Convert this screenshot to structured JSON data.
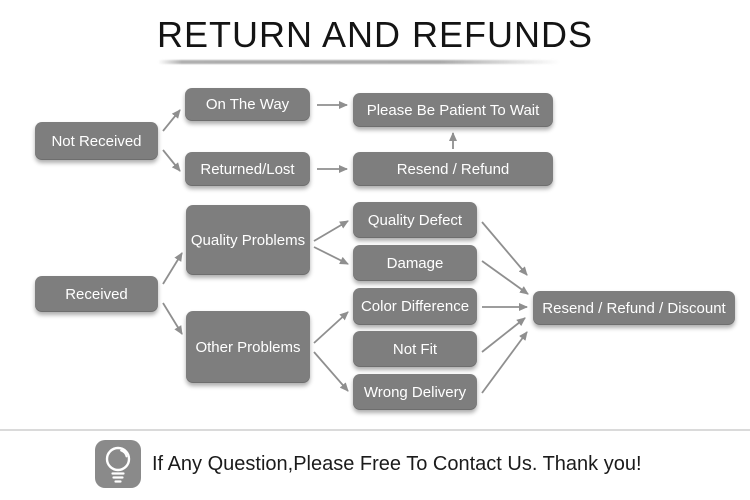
{
  "title": "RETURN AND REFUNDS",
  "nodes": {
    "not_received": {
      "label": "Not Received"
    },
    "on_the_way": {
      "label": "On The Way"
    },
    "returned_lost": {
      "label": "Returned/Lost"
    },
    "please_wait": {
      "label": "Please Be Patient To Wait"
    },
    "resend_refund": {
      "label": "Resend / Refund"
    },
    "received": {
      "label": "Received"
    },
    "quality_problems": {
      "label": "Quality Problems"
    },
    "other_problems": {
      "label": "Other Problems"
    },
    "quality_defect": {
      "label": "Quality Defect"
    },
    "damage": {
      "label": "Damage"
    },
    "color_difference": {
      "label": "Color Difference"
    },
    "not_fit": {
      "label": "Not Fit"
    },
    "wrong_delivery": {
      "label": "Wrong Delivery"
    },
    "resend_refund_discount": {
      "label": "Resend / Refund / Discount"
    }
  },
  "connections": [
    {
      "from": "not_received",
      "to": "on_the_way"
    },
    {
      "from": "not_received",
      "to": "returned_lost"
    },
    {
      "from": "on_the_way",
      "to": "please_wait"
    },
    {
      "from": "returned_lost",
      "to": "resend_refund"
    },
    {
      "from": "resend_refund",
      "to": "please_wait"
    },
    {
      "from": "received",
      "to": "quality_problems"
    },
    {
      "from": "received",
      "to": "other_problems"
    },
    {
      "from": "quality_problems",
      "to": "quality_defect"
    },
    {
      "from": "quality_problems",
      "to": "damage"
    },
    {
      "from": "other_problems",
      "to": "color_difference"
    },
    {
      "from": "other_problems",
      "to": "wrong_delivery"
    },
    {
      "from": "quality_defect",
      "to": "resend_refund_discount"
    },
    {
      "from": "damage",
      "to": "resend_refund_discount"
    },
    {
      "from": "color_difference",
      "to": "resend_refund_discount"
    },
    {
      "from": "not_fit",
      "to": "resend_refund_discount"
    },
    {
      "from": "wrong_delivery",
      "to": "resend_refund_discount"
    }
  ],
  "footer": {
    "icon": "lightbulb-icon",
    "message": "If Any Question,Please Free To Contact Us. Thank you!"
  },
  "colors": {
    "node_fill": "#7e7e7e",
    "node_text": "#ffffff",
    "arrow": "#8f8f8f",
    "title_text": "#141414",
    "divider": "#dadada",
    "icon_fill": "#8a8a8a"
  }
}
